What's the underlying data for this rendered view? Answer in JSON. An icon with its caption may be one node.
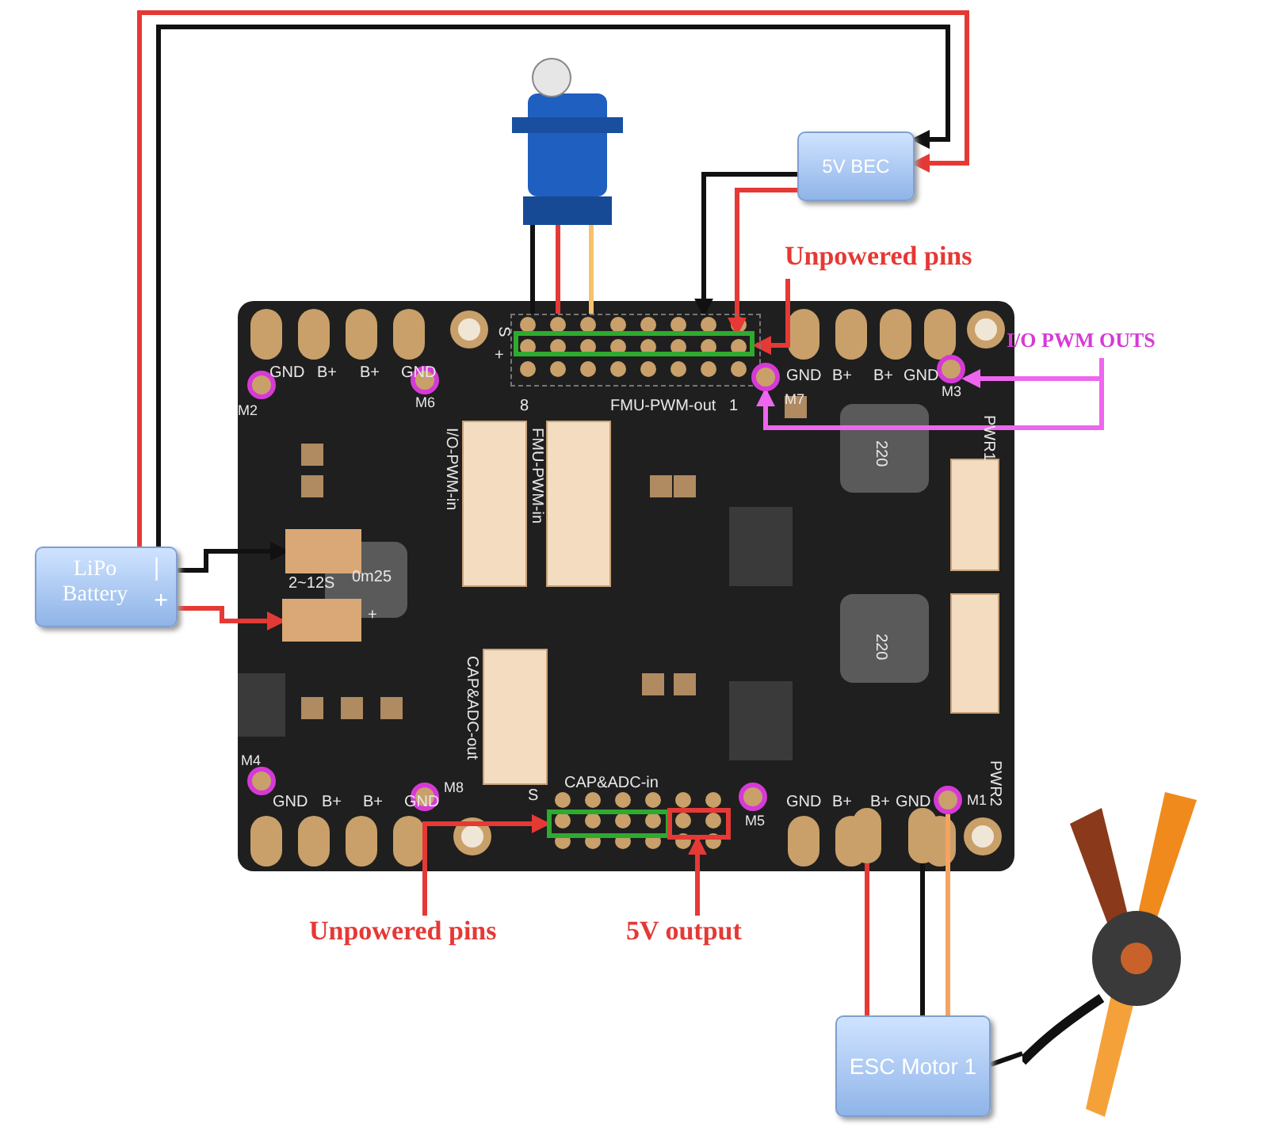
{
  "diagram": {
    "nodes": [
      {
        "text": [],
        "shape": "picture"
      },
      {
        "text": [
          "5V BEC"
        ]
      },
      {
        "text": [
          "Unpowered pins"
        ]
      },
      {
        "text": [
          "I/O PWM OUTS"
        ]
      },
      {
        "text": [],
        "shape": "box"
      },
      {
        "text": [],
        "shape": "box",
        "in": 4
      },
      {
        "text": [],
        "shape": "circle",
        "beside": [
          "M2"
        ]
      },
      {
        "text": [],
        "shape": "circle",
        "beside": [
          "M6"
        ]
      },
      {
        "text": [],
        "shape": "circle",
        "beside": [
          "M7"
        ]
      },
      {
        "text": [],
        "shape": "circle",
        "beside": [
          "M3"
        ]
      },
      {
        "text": [
          "LiPo Battery",
          "|",
          "+"
        ]
      },
      {
        "text": [],
        "shape": "box"
      },
      {
        "text": [],
        "shape": "box"
      },
      {
        "text": [],
        "shape": "circle",
        "beside": [
          "M4"
        ]
      },
      {
        "text": [],
        "shape": "circle",
        "beside": [
          "M8"
        ]
      },
      {
        "text": [],
        "shape": "circle",
        "beside": [
          "M5"
        ]
      },
      {
        "text": [],
        "shape": "circle",
        "beside": [
          "M1"
        ]
      },
      {
        "text": [],
        "shape": "box"
      },
      {
        "text": [],
        "shape": "box"
      },
      {
        "text": [],
        "shape": "bar"
      },
      {
        "text": [],
        "shape": "bar"
      },
      {
        "text": [
          "Unpowered pins"
        ]
      },
      {
        "text": [
          "5V output"
        ]
      },
      {
        "text": [
          "ESC Motor 1"
        ]
      },
      {
        "text": [],
        "shape": "picture"
      }
    ],
    "edges": [
      {
        "from": 10,
        "to": 1,
        "arrow": "to",
        "color": "#e53935"
      },
      {
        "from": 10,
        "to": 1,
        "arrow": "to",
        "color": "#111111"
      },
      {
        "from": 1,
        "to": 4,
        "arrow": "to",
        "color": "#111111"
      },
      {
        "from": 1,
        "to": 5,
        "arrow": "to",
        "color": "#e53935"
      },
      {
        "from": 0,
        "to": 4,
        "arrow": "none",
        "color": "#111111"
      },
      {
        "from": 0,
        "to": 4,
        "arrow": "none",
        "color": "#e53935"
      },
      {
        "from": 0,
        "to": 4,
        "arrow": "none",
        "color": "#f5c26b"
      },
      {
        "from": 2,
        "to": 5,
        "arrow": "to",
        "color": "#e53935"
      },
      {
        "from": 3,
        "to": 9,
        "arrow": "to",
        "color": "#ee66ee"
      },
      {
        "from": 3,
        "to": 8,
        "arrow": "to",
        "color": "#ee66ee"
      },
      {
        "from": 10,
        "to": 11,
        "arrow": "to",
        "color": "#111111"
      },
      {
        "from": 10,
        "to": 12,
        "arrow": "to",
        "color": "#e53935"
      },
      {
        "from": 21,
        "to": 17,
        "arrow": "to",
        "color": "#e53935"
      },
      {
        "from": 22,
        "to": 18,
        "arrow": "to",
        "color": "#e53935"
      },
      {
        "from": 23,
        "to": 19,
        "arrow": "none",
        "color": "#e53935"
      },
      {
        "from": 23,
        "to": 20,
        "arrow": "none",
        "color": "#111111"
      },
      {
        "from": 23,
        "to": 16,
        "arrow": "none",
        "color": "#f4a460"
      },
      {
        "from": 23,
        "to": 24,
        "arrow": "none",
        "color": "#111111"
      }
    ],
    "labels": [
      "GND",
      "B+",
      "B+",
      "GND",
      "S",
      "+",
      "8",
      "FMU-PWM-out",
      "1",
      "GND",
      "B+",
      "B+",
      "GND",
      "I/O-PWM-in",
      "FMU-PWM-in",
      "PWR1",
      "220",
      "2~12S",
      "+",
      "0m25",
      "220",
      "CAP&ADC-out",
      "CAP&ADC-in",
      "S",
      "GND",
      "B+",
      "B+",
      "GND",
      "GND",
      "B+",
      "B+",
      "GND",
      "PWR2"
    ]
  }
}
